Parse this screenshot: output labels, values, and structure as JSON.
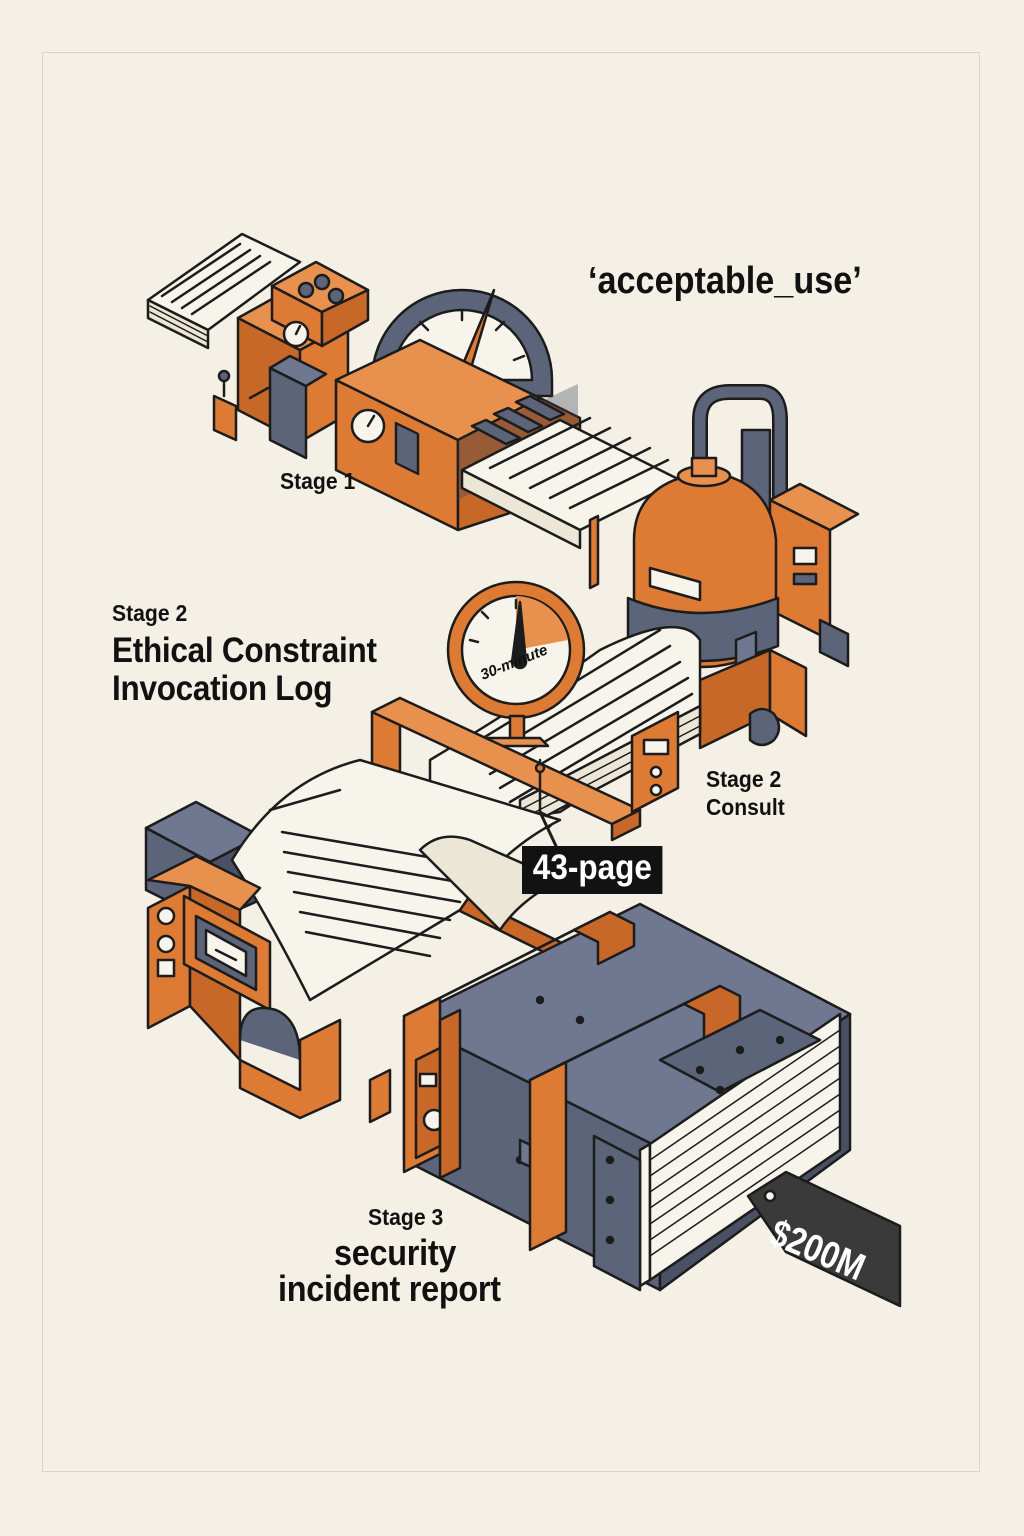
{
  "title_code": "‘acceptable_use’",
  "stage1": {
    "label": "Stage 1"
  },
  "stage2_log": {
    "label": "Stage 2",
    "title_line1": "Ethical Constraint",
    "title_line2": "Invocation Log"
  },
  "stage2_consult": {
    "label_line1": "Stage 2",
    "label_line2": "Consult"
  },
  "gauge_text": "30-minute",
  "page_tag": "43-page",
  "stage3": {
    "label": "Stage 3",
    "title_line1": "security",
    "title_line2": "incident report"
  },
  "price_tag": "$200M",
  "colors": {
    "orange": "#dd7a33",
    "slate": "#5b6478",
    "paper": "#f7f4ec",
    "ink": "#1c1c1c",
    "background": "#f4f0e6"
  }
}
